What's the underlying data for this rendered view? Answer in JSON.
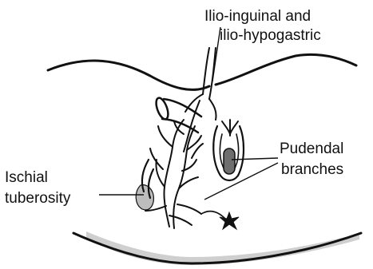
{
  "labels": {
    "ilio_line1": "Ilio-inguinal and",
    "ilio_line2": "ilio-hypogastric",
    "pudendal_line1": "Pudendal",
    "pudendal_line2": "branches",
    "ischial_line1": "Ischial",
    "ischial_line2": "tuberosity"
  },
  "colors": {
    "ink": "#111111",
    "shade": "#bdbdbd",
    "dark_fill": "#6e6e6e",
    "background": "#ffffff"
  }
}
